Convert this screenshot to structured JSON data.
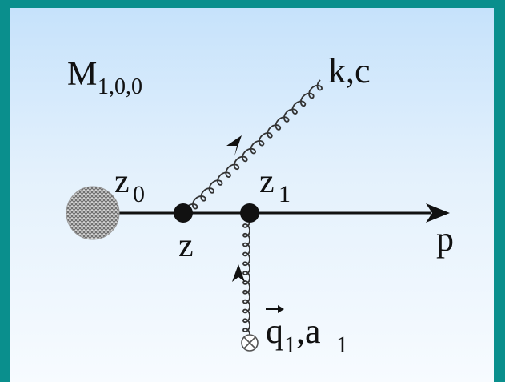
{
  "colors": {
    "background_border": "#0a8f8d",
    "panel_top": "#c6e2fb",
    "panel_bottom": "#f7fbff",
    "ink": "#111111",
    "source_blob": "#8c8c8c"
  },
  "labels": {
    "diagram_label": "M",
    "diagram_label_sub": "1,0,0",
    "gluon_out": "k,c",
    "z0": "z",
    "z0_sub": "0",
    "z1": "z",
    "z1_sub": "1",
    "vertex_z": "z",
    "momentum_p": "p",
    "q_vec": "q",
    "q_sub": "1",
    "q_color": ",a",
    "q_color_sub": "1"
  },
  "icons": {
    "source": "hatched-circle-source-icon",
    "static_source": "circled-times-icon",
    "arrow": "arrowhead-icon"
  }
}
